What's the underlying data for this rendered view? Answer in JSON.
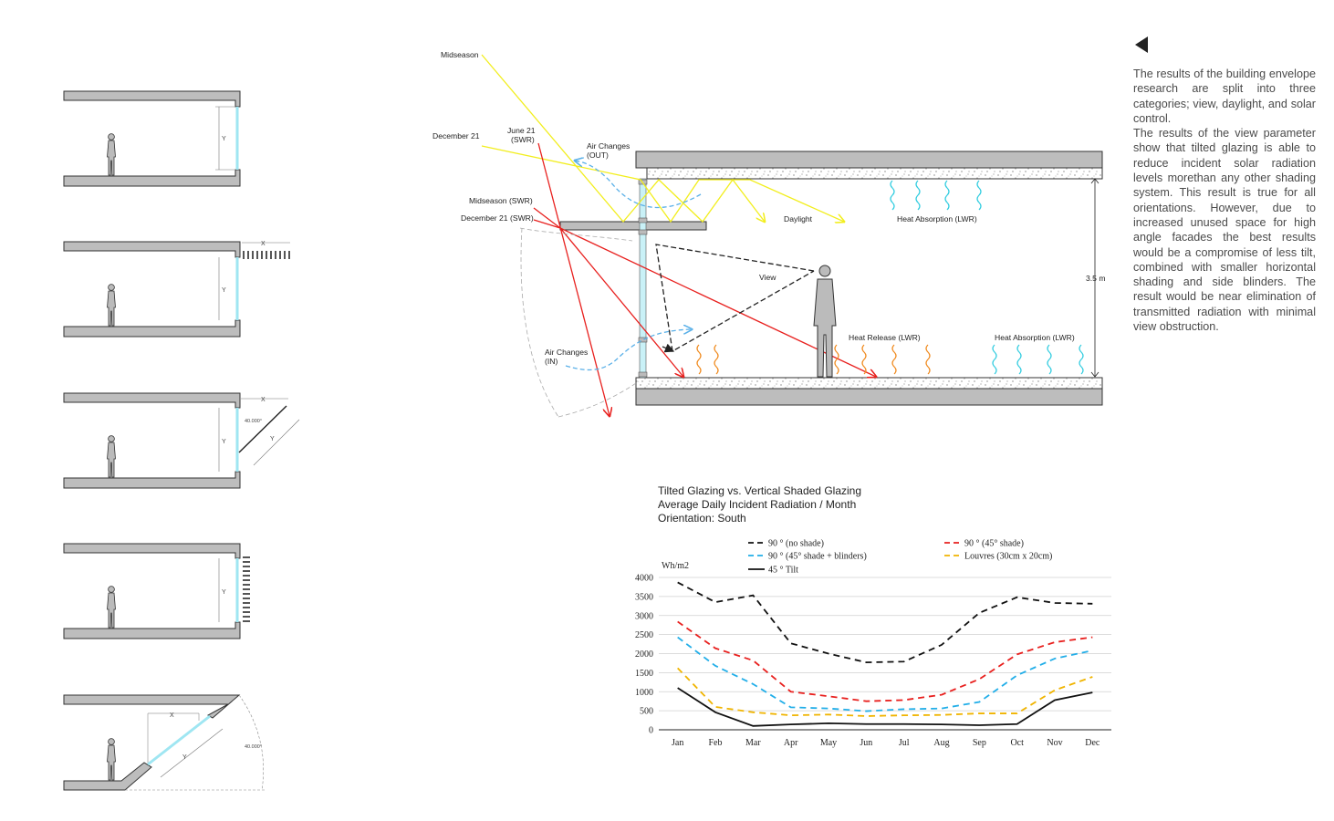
{
  "sections": {
    "labels": {
      "x": "X",
      "y": "Y",
      "angle": "40.000°"
    }
  },
  "diagram": {
    "sun": {
      "midseason": "Midseason",
      "december21": "December 21",
      "june21_a": "June 21",
      "june21_b": "(SWR)",
      "midseason_swr": "Midseason (SWR)",
      "december21_swr": "December 21 (SWR)"
    },
    "air_out_a": "Air Changes",
    "air_out_b": "(OUT)",
    "air_in_a": "Air Changes",
    "air_in_b": "(IN)",
    "daylight": "Daylight",
    "heat_absorption_top": "Heat Absorption (LWR)",
    "view": "View",
    "height": "3.5 m",
    "heat_release": "Heat Release (LWR)",
    "heat_absorption_bottom": "Heat Absorption (LWR)",
    "colors": {
      "sun_ray": "#f2ee1e",
      "swr": "#e8201e",
      "air": "#5ab0e8",
      "glass": "#9fe6f2",
      "lwr_warm": "#f08a1e",
      "lwr_cool": "#33cde0"
    }
  },
  "chart_data": {
    "type": "line",
    "title": [
      "Tilted Glazing vs. Vertical Shaded Glazing",
      "Average Daily Incident Radiation / Month",
      "Orientation: South"
    ],
    "ylabel": "Wh/m2",
    "ylim": [
      0,
      4000
    ],
    "yticks": [
      0,
      500,
      1000,
      1500,
      2000,
      2500,
      3000,
      3500,
      4000
    ],
    "categories": [
      "Jan",
      "Feb",
      "Mar",
      "Apr",
      "May",
      "Jun",
      "Jul",
      "Aug",
      "Sep",
      "Oct",
      "Nov",
      "Dec"
    ],
    "series": [
      {
        "name": "90 ° (no shade)",
        "color": "#111111",
        "dash": true,
        "values": [
          3870,
          3350,
          3530,
          2270,
          2000,
          1770,
          1790,
          2230,
          3070,
          3480,
          3330,
          3310
        ]
      },
      {
        "name": "90 ° (45° shade)",
        "color": "#e8201e",
        "dash": true,
        "values": [
          2840,
          2140,
          1820,
          1000,
          880,
          750,
          780,
          920,
          1330,
          1980,
          2300,
          2430
        ]
      },
      {
        "name": "90 ° (45° shade + blinders)",
        "color": "#22aee8",
        "dash": true,
        "values": [
          2430,
          1680,
          1200,
          590,
          560,
          490,
          540,
          560,
          730,
          1430,
          1870,
          2080
        ]
      },
      {
        "name": "Louvres (30cm x 20cm)",
        "color": "#f0b400",
        "dash": true,
        "values": [
          1620,
          600,
          460,
          380,
          400,
          360,
          380,
          390,
          430,
          430,
          1040,
          1390
        ]
      },
      {
        "name": "45 ° Tilt",
        "color": "#111111",
        "dash": false,
        "values": [
          1100,
          460,
          100,
          140,
          170,
          150,
          150,
          140,
          120,
          150,
          780,
          980
        ]
      }
    ],
    "grid": true,
    "legend_position": "top"
  },
  "sidebar": {
    "paragraphs": [
      "The results of the building envelope research are split into three categories; view, daylight, and solar control.",
      "The results of the view parameter show that tilted glazing is able to reduce incident solar radiation levels morethan any other shading system. This result is true for all orientations. However, due to increased unused space for high angle facades the best results would be a compromise of less tilt, combined with smaller horizontal shading and side blinders. The result would be near elimination of transmitted radiation with minimal view obstruction."
    ]
  }
}
